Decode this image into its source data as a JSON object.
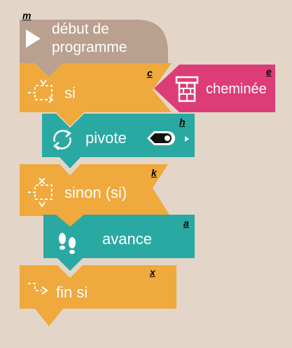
{
  "colors": {
    "background": "#e3d6c8",
    "start_block": "#b9a08f",
    "control_block": "#efa93c",
    "action_block": "#2aa9a2",
    "sensor_block": "#dd3d76"
  },
  "blocks": {
    "start": {
      "label_line1": "début de",
      "label_line2": "programme",
      "key": "m",
      "icon": "play-icon"
    },
    "if": {
      "label": "si",
      "key": "c",
      "icon": "if-branch-icon"
    },
    "sensor": {
      "label": "cheminée",
      "key": "e",
      "icon": "chimney-icon"
    },
    "turn": {
      "label": "pivote",
      "key": "h",
      "icon": "rotate-icon",
      "option_icon": "robot-direction-icon"
    },
    "else_if": {
      "label": "sinon (si)",
      "key": "k",
      "icon": "else-branch-icon"
    },
    "forward": {
      "label": "avance",
      "key": "a",
      "icon": "footsteps-icon"
    },
    "end_if": {
      "label": "fin si",
      "key": "x",
      "icon": "end-branch-icon"
    }
  }
}
